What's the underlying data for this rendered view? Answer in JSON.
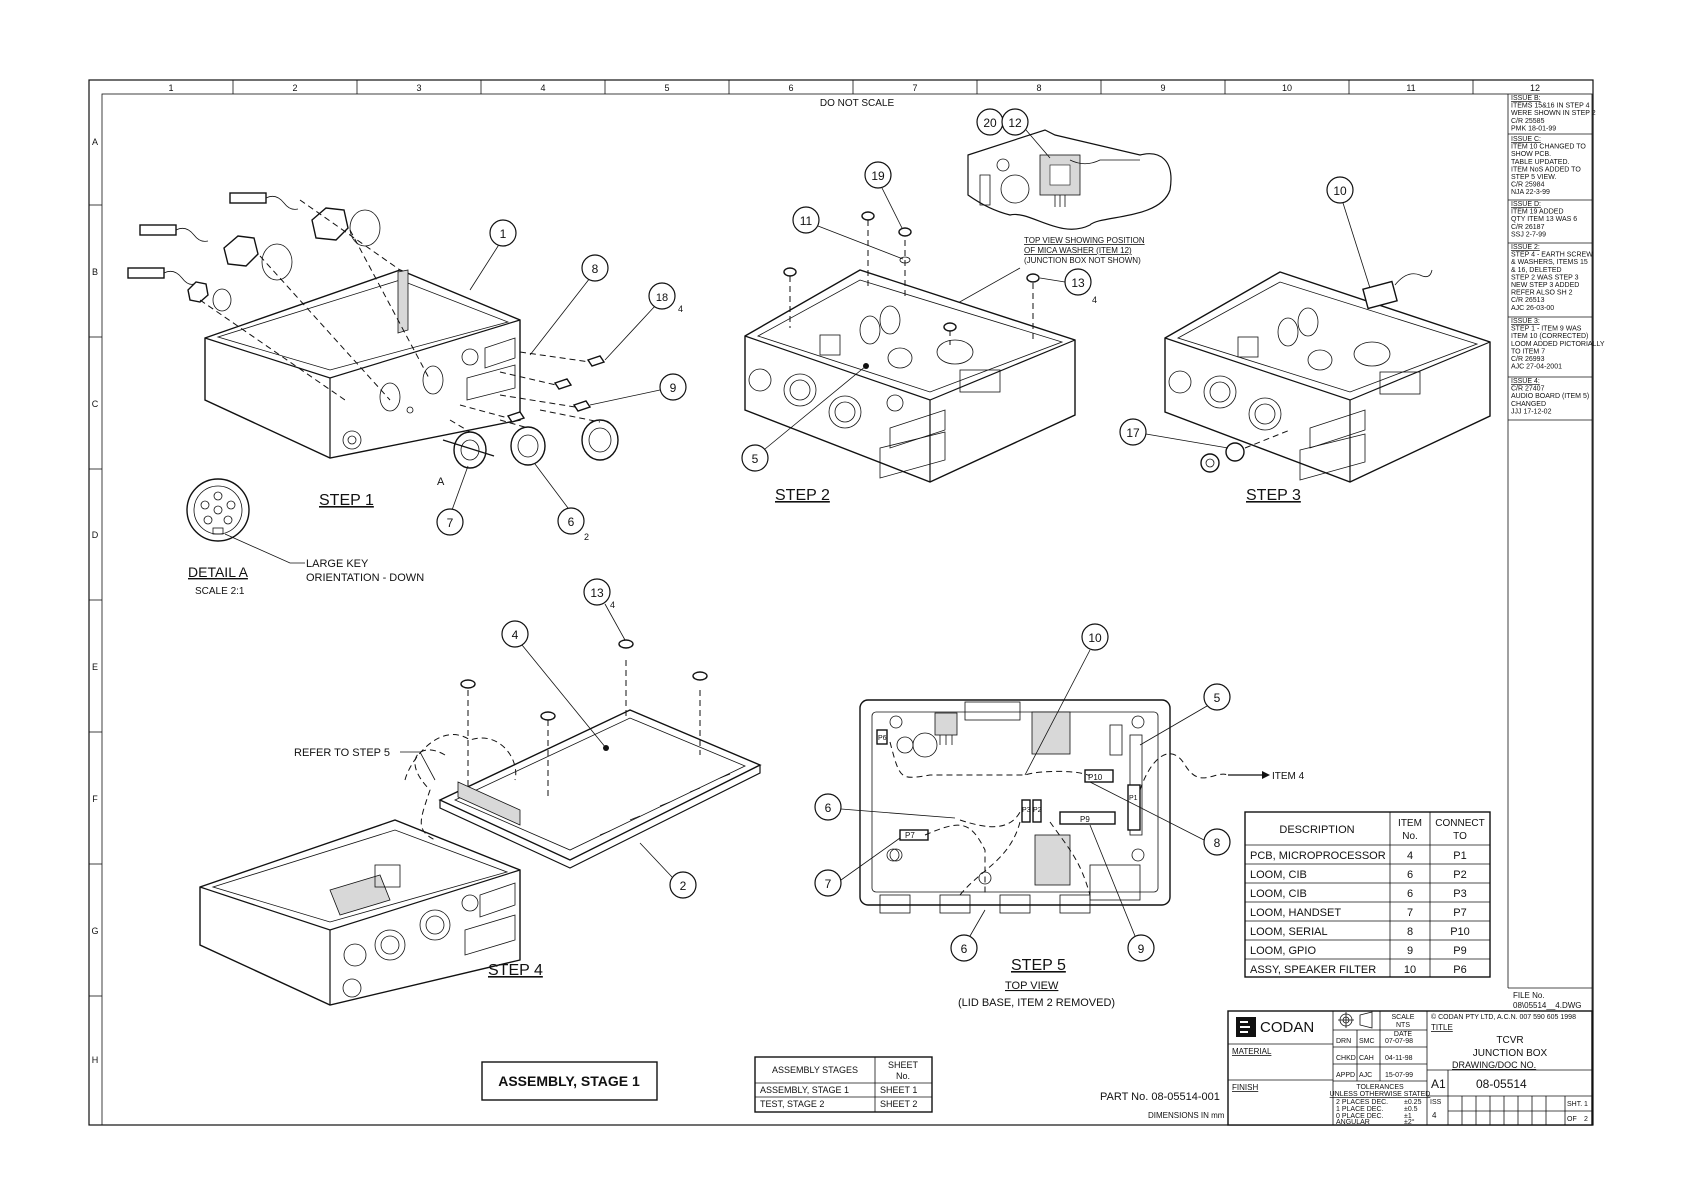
{
  "border": {
    "columns": [
      "1",
      "2",
      "3",
      "4",
      "5",
      "6",
      "7",
      "8",
      "9",
      "10",
      "11",
      "12"
    ],
    "rows": [
      "A",
      "B",
      "C",
      "D",
      "E",
      "F",
      "G",
      "H"
    ],
    "do_not_scale": "DO NOT SCALE"
  },
  "steps": {
    "step1": "STEP 1",
    "step2": "STEP 2",
    "step3": "STEP 3",
    "step4": "STEP 4",
    "step5": "STEP 5",
    "step5_view": "TOP VIEW",
    "step5_note": "(LID BASE, ITEM 2  REMOVED)"
  },
  "detail": {
    "title": "DETAIL  A",
    "scale": "SCALE 2:1",
    "note_line1": "LARGE KEY",
    "note_line2": "ORIENTATION - DOWN",
    "marker": "A"
  },
  "notes": {
    "mica_line1": "TOP VIEW SHOWING POSITION",
    "mica_line2": "OF MICA WASHER (ITEM 12)",
    "mica_line3": "(JUNCTION BOX NOT SHOWN)",
    "refer_step5": "REFER TO STEP 5",
    "item4_arrow": "ITEM 4"
  },
  "balloons": {
    "s1": {
      "b1": "1",
      "b8": "8",
      "b18": "18",
      "b18_qty": "4",
      "b9": "9",
      "b7": "7",
      "b6": "6",
      "b6_qty": "2"
    },
    "s2": {
      "b20": "20",
      "b12": "12",
      "b19": "19",
      "b11": "11",
      "b13": "13",
      "b13_qty": "4",
      "b5": "5"
    },
    "s3": {
      "b10": "10",
      "b17": "17"
    },
    "s4": {
      "b13": "13",
      "b13_qty": "4",
      "b4": "4",
      "b2": "2"
    },
    "s5": {
      "b10": "10",
      "b5": "5",
      "b6": "6",
      "b8": "8",
      "b7": "7",
      "b6b": "6",
      "b9": "9"
    }
  },
  "connectors": {
    "p1": "P1",
    "p2": "P2",
    "p3": "P3",
    "p6": "P6",
    "p7": "P7",
    "p9": "P9",
    "p10": "P10"
  },
  "item_table": {
    "headers": [
      "DESCRIPTION",
      "ITEM No.",
      "CONNECT TO"
    ],
    "rows": [
      [
        "PCB, MICROPROCESSOR",
        "4",
        "P1"
      ],
      [
        "LOOM, CIB",
        "6",
        "P2"
      ],
      [
        "LOOM, CIB",
        "6",
        "P3"
      ],
      [
        "LOOM, HANDSET",
        "7",
        "P7"
      ],
      [
        "LOOM, SERIAL",
        "8",
        "P10"
      ],
      [
        "LOOM, GPIO",
        "9",
        "P9"
      ],
      [
        "ASSY, SPEAKER FILTER",
        "10",
        "P6"
      ]
    ]
  },
  "stage_label": "ASSEMBLY, STAGE 1",
  "stages_table": {
    "headers": [
      "ASSEMBLY STAGES",
      "SHEET No."
    ],
    "rows": [
      [
        "ASSEMBLY, STAGE 1",
        "SHEET 1"
      ],
      [
        "TEST, STAGE 2",
        "SHEET 2"
      ]
    ]
  },
  "part_no": "PART No. 08-05514-001",
  "dimensions": "DIMENSIONS IN mm",
  "revisions": [
    {
      "title": "ISSUE B:",
      "lines": [
        "ITEMS 15&16 IN STEP 4",
        "WERE SHOWN IN STEP 2",
        "C/R 25585",
        "PMK 18-01-99"
      ]
    },
    {
      "title": "ISSUE C:",
      "lines": [
        "ITEM 10 CHANGED TO",
        "SHOW PCB.",
        "TABLE UPDATED.",
        "ITEM NoS ADDED TO",
        "STEP 5 VIEW.",
        "C/R 25984",
        "NJA 22-3-99"
      ]
    },
    {
      "title": "ISSUE D:",
      "lines": [
        "ITEM 19 ADDED",
        "QTY ITEM 13 WAS 6",
        "C/R 26187",
        "SSJ 2-7-99"
      ]
    },
    {
      "title": "ISSUE 2:",
      "lines": [
        "STEP 4 - EARTH SCREW",
        "& WASHERS, ITEMS 15",
        "& 16, DELETED",
        "STEP 2 WAS STEP 3",
        "NEW STEP 3 ADDED",
        "REFER ALSO SH 2",
        "C/R 26513",
        "AJC 26-03-00"
      ]
    },
    {
      "title": "ISSUE 3:",
      "lines": [
        "STEP 1 - ITEM 9 WAS",
        "ITEM 10 (CORRECTED)",
        "LOOM ADDED PICTORIALLY",
        "TO ITEM 7",
        "C/R 26993",
        "AJC 27-04-2001"
      ]
    },
    {
      "title": "ISSUE 4:",
      "lines": [
        "C/R 27407",
        "AUDIO BOARD (ITEM 5)",
        "CHANGED",
        "JJJ 17-12-02"
      ]
    }
  ],
  "file_no": {
    "label": "FILE No.",
    "value": "08\\05514__4.DWG"
  },
  "title_block": {
    "company": "CODAN",
    "material": "MATERIAL",
    "finish": "FINISH",
    "scale_label": "SCALE",
    "scale_value": "NTS",
    "date_label": "DATE",
    "drn": "DRN",
    "drn_who": "SMC",
    "drn_date": "07-07-98",
    "chkd": "CHKD",
    "chkd_who": "CAH",
    "chkd_date": "04-11-98",
    "appd": "APPD",
    "appd_who": "AJC",
    "appd_date": "15-07-99",
    "tolerances": "TOLERANCES",
    "tol_unless": "UNLESS OTHERWISE STATED",
    "tol_rows": [
      [
        "2 PLACES DEC.",
        "±0.25"
      ],
      [
        "1 PLACE DEC.",
        "±0.5"
      ],
      [
        "0 PLACE DEC.",
        "±1"
      ],
      [
        "ANGULAR",
        "±2°"
      ]
    ],
    "copyright": "© CODAN  PTY LTD, A.C.N. 007 590 605  1998",
    "title_label": "TITLE",
    "title1": "TCVR",
    "title2": "JUNCTION BOX",
    "doc_label": "DRAWING/DOC NO.",
    "size": "A1",
    "doc_no": "08-05514",
    "iss_label": "ISS",
    "iss_value": "4",
    "sht_label": "SHT.",
    "sht_value": "1",
    "of_label": "OF",
    "of_value": "2"
  }
}
